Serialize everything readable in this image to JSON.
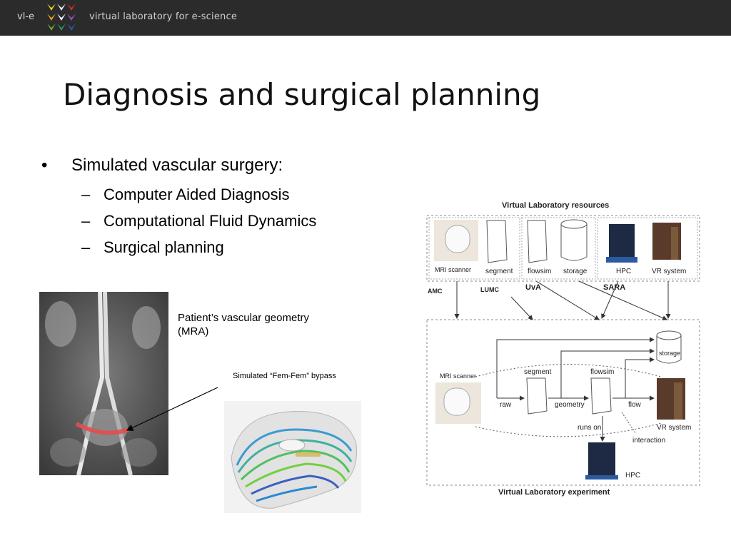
{
  "header": {
    "brand_short": "vl-e",
    "brand_long": "virtual laboratory for e-science"
  },
  "slide": {
    "title": "Diagnosis and surgical planning",
    "bullet": "Simulated vascular surgery:",
    "bullet_marker": "•",
    "dash": "–",
    "subs": [
      "Computer Aided Diagnosis",
      "Computational Fluid Dynamics",
      "Surgical planning"
    ],
    "caption_mra": "Patient’s vascular geometry (MRA)",
    "caption_bypass": "Simulated “Fem-Fem” bypass"
  },
  "diagram": {
    "title_top": "Virtual Laboratory resources",
    "title_bottom": "Virtual Laboratory experiment",
    "mri_top": "MRI scanner",
    "segment_top": "segment",
    "flowsim_top": "flowsim",
    "storage_top": "storage",
    "hpc_top": "HPC",
    "vr_top": "VR system",
    "amc": "AMC",
    "lumc": "LUMC",
    "uva": "UvA",
    "sara": "SARA",
    "mri_bottom": "MRI scanner",
    "segment_bottom": "segment",
    "flowsim_bottom": "flowsim",
    "storage_bottom": "storage",
    "raw": "raw",
    "geometry": "geometry",
    "flow": "flow",
    "vr_bottom": "VR system",
    "runs_on": "runs on",
    "interaction": "interaction",
    "hpc_bottom": "HPC"
  },
  "colors": {
    "topbar": "#2b2b2b",
    "vessel_highlight": "#e05050"
  }
}
